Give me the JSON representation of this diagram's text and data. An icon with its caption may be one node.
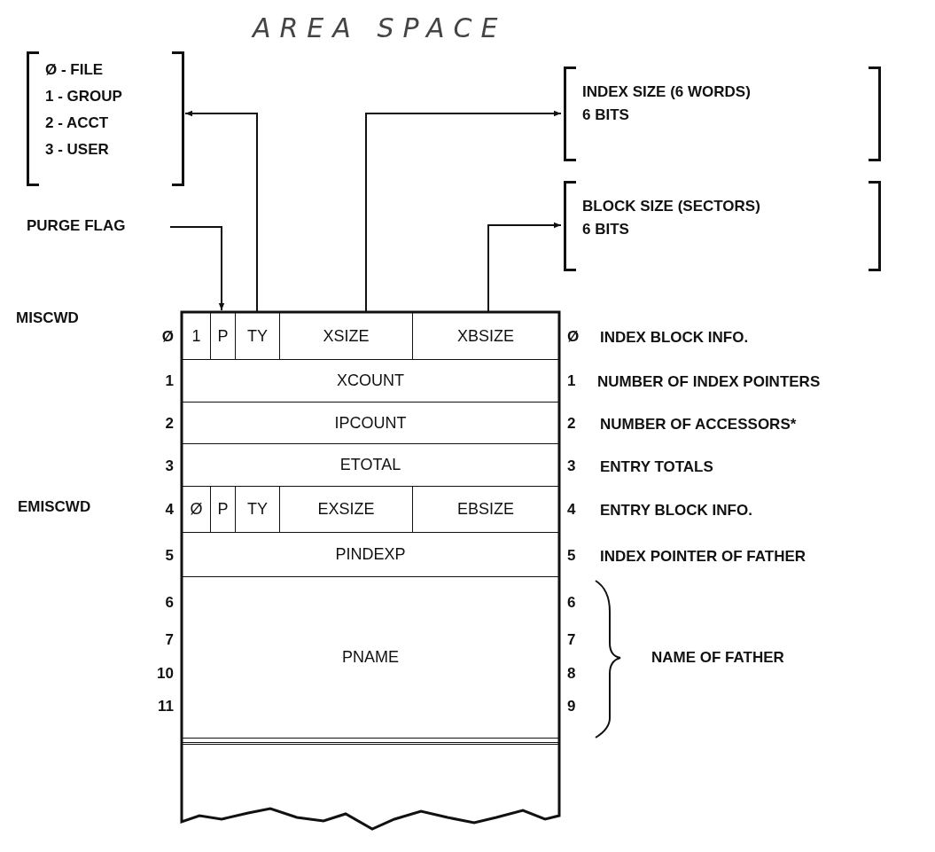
{
  "diagram": {
    "title": "AREA SPACE",
    "nodes": [
      {
        "text": [
          "Ø - FILE",
          "1 - GROUP",
          "2 - ACCT",
          "3 - USER"
        ]
      },
      {
        "text": [
          "PURGE FLAG"
        ]
      },
      {
        "text": [
          "INDEX SIZE (6 WORDS)",
          "6 BITS"
        ]
      },
      {
        "text": [
          "BLOCK SIZE (SECTORS)",
          "6 BITS"
        ]
      },
      {
        "text": [],
        "shape": "box"
      },
      {
        "text": [
          "1"
        ],
        "in": 4
      },
      {
        "text": [
          "P"
        ],
        "in": 4
      },
      {
        "text": [
          "TY"
        ],
        "in": 4
      },
      {
        "text": [
          "XSIZE"
        ],
        "in": 4
      },
      {
        "text": [
          "XBSIZE"
        ],
        "in": 4
      },
      {
        "text": [
          "XCOUNT"
        ],
        "in": 4
      },
      {
        "text": [
          "IPCOUNT"
        ],
        "in": 4
      },
      {
        "text": [
          "ETOTAL"
        ],
        "in": 4
      },
      {
        "text": [
          "Ø"
        ],
        "in": 4
      },
      {
        "text": [
          "P"
        ],
        "in": 4
      },
      {
        "text": [
          "TY"
        ],
        "in": 4
      },
      {
        "text": [
          "EXSIZE"
        ],
        "in": 4
      },
      {
        "text": [
          "EBSIZE"
        ],
        "in": 4
      },
      {
        "text": [
          "PINDEXP"
        ],
        "in": 4
      },
      {
        "text": [
          "PNAME"
        ],
        "in": 4
      },
      {
        "text": [],
        "shape": "box",
        "in": 4
      }
    ],
    "edges": [
      {
        "from": 7,
        "to": 0,
        "arrow": "to"
      },
      {
        "from": 1,
        "to": 6,
        "arrow": "to"
      },
      {
        "from": 8,
        "to": 2,
        "arrow": "to"
      },
      {
        "from": 9,
        "to": 3,
        "arrow": "to"
      }
    ],
    "labels": [
      "MISCWD",
      "Ø",
      "Ø",
      "INDEX BLOCK INFO.",
      "1",
      "1",
      "NUMBER OF INDEX POINTERS",
      "2",
      "2",
      "NUMBER OF ACCESSORS*",
      "3",
      "3",
      "ENTRY TOTALS",
      "EMISCWD",
      "4",
      "4",
      "ENTRY BLOCK INFO.",
      "5",
      "5",
      "INDEX POINTER OF FATHER",
      "6",
      "6",
      "7",
      "7",
      "NAME OF FATHER",
      "10",
      "8",
      "11",
      "9"
    ]
  }
}
